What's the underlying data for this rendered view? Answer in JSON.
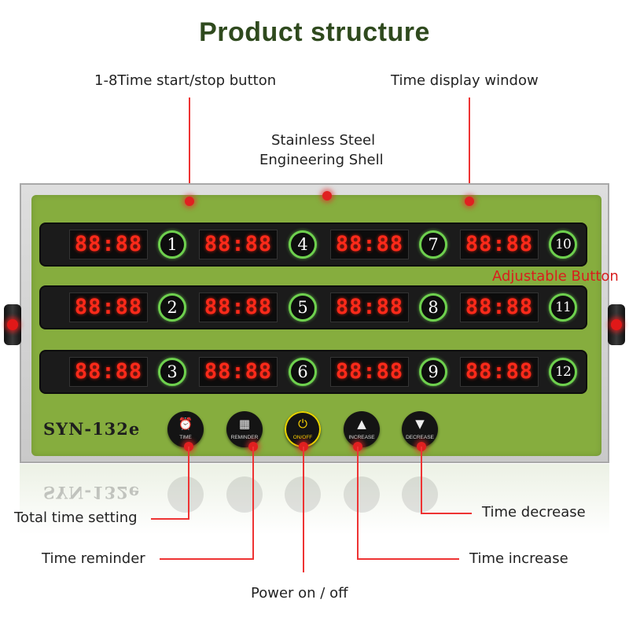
{
  "title": "Product structure",
  "labels": {
    "start_stop": "1-8Time start/stop button",
    "display_window": "Time display window",
    "shell_line1": "Stainless Steel",
    "shell_line2": "Engineering Shell",
    "adjustable": "Adjustable Button",
    "total_time": "Total time setting",
    "reminder": "Time reminder",
    "power": "Power on / off",
    "decrease": "Time decrease",
    "increase": "Time increase"
  },
  "device": {
    "model": "SYN-132e",
    "display_text": "88:88",
    "rows": [
      {
        "buttons": [
          "1",
          "4",
          "7",
          "10"
        ]
      },
      {
        "buttons": [
          "2",
          "5",
          "8",
          "11"
        ]
      },
      {
        "buttons": [
          "3",
          "6",
          "9",
          "12"
        ]
      }
    ],
    "controls": [
      {
        "name": "time",
        "icon": "clock-icon",
        "glyph": "⏰",
        "caption": "TIME"
      },
      {
        "name": "reminder",
        "icon": "basket-icon",
        "glyph": "▦",
        "caption": "REMINDER"
      },
      {
        "name": "power",
        "icon": "power-icon",
        "glyph": "⏻",
        "caption": "ON/OFF"
      },
      {
        "name": "increase",
        "icon": "triangle-up-icon",
        "glyph": "▲",
        "caption": "INCREASE"
      },
      {
        "name": "decrease",
        "icon": "triangle-down-icon",
        "glyph": "▼",
        "caption": "DECREASE"
      }
    ]
  },
  "colors": {
    "panel": "#86ad3e",
    "digits": "#ff2a1a",
    "ring": "#6ed04e",
    "callout": "#e02020",
    "title": "#2f4a1e"
  }
}
